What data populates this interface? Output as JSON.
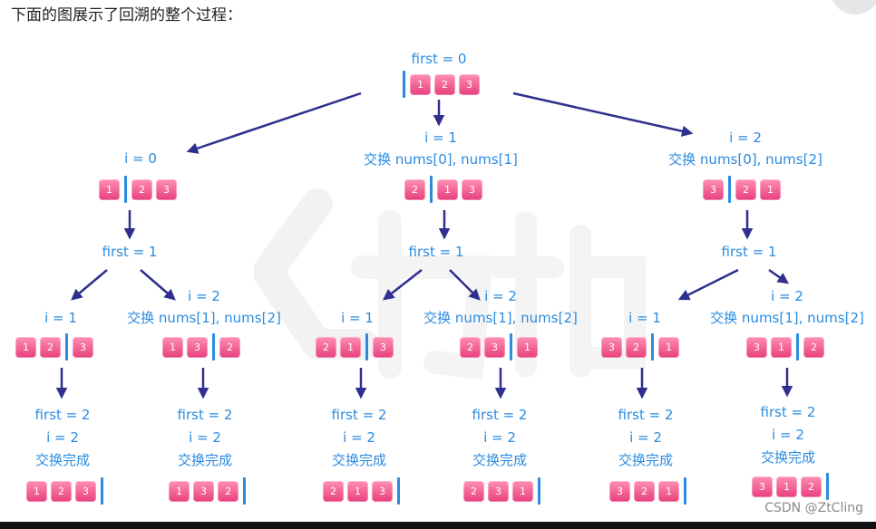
{
  "heading": "下面的图展示了回溯的整个过程：",
  "credit": "CSDN @ZtCling",
  "colors": {
    "label": "#2a8be0",
    "cell": "#f0558d",
    "arrow": "#2e2f8f",
    "bar": "#2a8be0"
  },
  "root": {
    "label": "first = 0",
    "array": {
      "left": [],
      "right": [
        "1",
        "2",
        "3"
      ]
    }
  },
  "level1": [
    {
      "label_line1": "i = 0",
      "label_line2": "",
      "array": {
        "left": [
          "1"
        ],
        "right": [
          "2",
          "3"
        ]
      },
      "next_label": "first = 1"
    },
    {
      "label_line1": "i = 1",
      "label_line2": "交换 nums[0], nums[1]",
      "array": {
        "left": [
          "2"
        ],
        "right": [
          "1",
          "3"
        ]
      },
      "next_label": "first = 1"
    },
    {
      "label_line1": "i = 2",
      "label_line2": "交换 nums[0], nums[2]",
      "array": {
        "left": [
          "3"
        ],
        "right": [
          "2",
          "1"
        ]
      },
      "next_label": "first = 1"
    }
  ],
  "level2": [
    {
      "label_line1": "i = 1",
      "label_line2": "",
      "array": {
        "left": [
          "1",
          "2"
        ],
        "right": [
          "3"
        ]
      }
    },
    {
      "label_line1": "i = 2",
      "label_line2": "交换 nums[1], nums[2]",
      "array": {
        "left": [
          "1",
          "3"
        ],
        "right": [
          "2"
        ]
      }
    },
    {
      "label_line1": "i = 1",
      "label_line2": "",
      "array": {
        "left": [
          "2",
          "1"
        ],
        "right": [
          "3"
        ]
      }
    },
    {
      "label_line1": "i = 2",
      "label_line2": "交换 nums[1], nums[2]",
      "array": {
        "left": [
          "2",
          "3"
        ],
        "right": [
          "1"
        ]
      }
    },
    {
      "label_line1": "i = 1",
      "label_line2": "",
      "array": {
        "left": [
          "3",
          "2"
        ],
        "right": [
          "1"
        ]
      }
    },
    {
      "label_line1": "i = 2",
      "label_line2": "交换 nums[1], nums[2]",
      "array": {
        "left": [
          "3",
          "1"
        ],
        "right": [
          "2"
        ]
      }
    }
  ],
  "level3": [
    {
      "line1": "first = 2",
      "line2": "i = 2",
      "line3": "交换完成",
      "array": {
        "left": [
          "1",
          "2",
          "3"
        ],
        "right": []
      }
    },
    {
      "line1": "first = 2",
      "line2": "i = 2",
      "line3": "交换完成",
      "array": {
        "left": [
          "1",
          "3",
          "2"
        ],
        "right": []
      }
    },
    {
      "line1": "first = 2",
      "line2": "i = 2",
      "line3": "交换完成",
      "array": {
        "left": [
          "2",
          "1",
          "3"
        ],
        "right": []
      }
    },
    {
      "line1": "first = 2",
      "line2": "i = 2",
      "line3": "交换完成",
      "array": {
        "left": [
          "2",
          "3",
          "1"
        ],
        "right": []
      }
    },
    {
      "line1": "first = 2",
      "line2": "i = 2",
      "line3": "交换完成",
      "array": {
        "left": [
          "3",
          "2",
          "1"
        ],
        "right": []
      }
    },
    {
      "line1": "first = 2",
      "line2": "i = 2",
      "line3": "交换完成",
      "array": {
        "left": [
          "3",
          "1",
          "2"
        ],
        "right": []
      }
    }
  ]
}
